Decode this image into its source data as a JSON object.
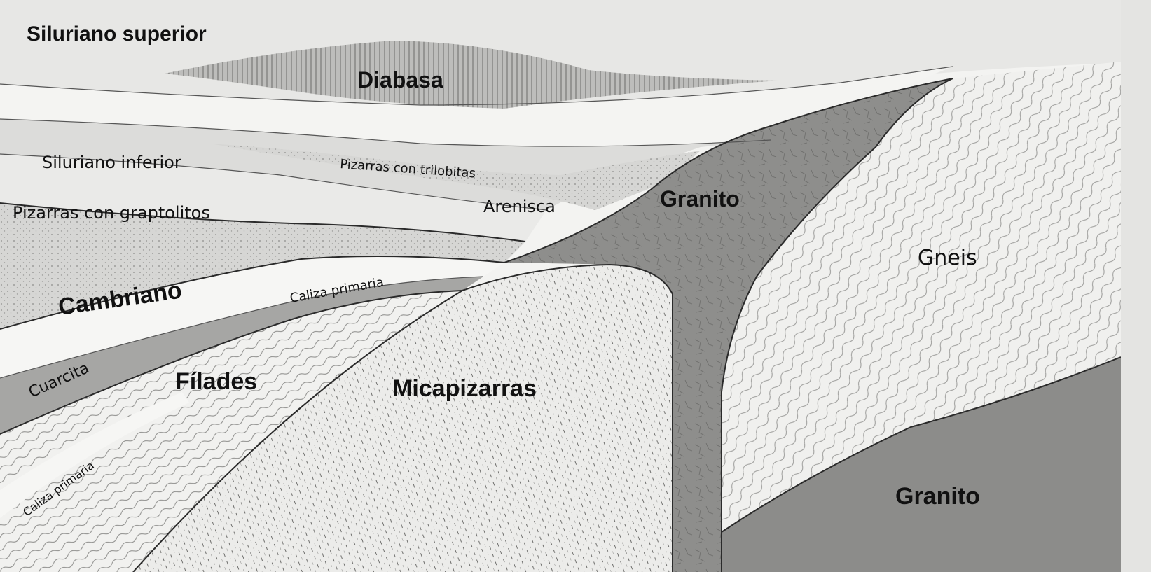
{
  "labels": {
    "siluriano_superior": "Siluriano superior",
    "diabasa": "Diabasa",
    "siluriano_inferior": "Siluriano inferior",
    "pizarras_trilobitas": "Pizarras con trilobitas",
    "granito_upper": "Granito",
    "arenisca": "Arenisca",
    "pizarras_graptolitos": "Pizarras con graptolitos",
    "gneis": "Gneis",
    "cambriano": "Cambriano",
    "caliza_primaria_upper": "Caliza primaria",
    "cuarcita": "Cuarcita",
    "filades": "Fílades",
    "micapizarras": "Micapizarras",
    "caliza_primaria_lower": "Caliza primaria",
    "granito_lower": "Granito"
  },
  "colors": {
    "paper": "#f3f3f1",
    "light_layer": "#e2e2e0",
    "mid_layer": "#c8c8c6",
    "dark_layer": "#9a9a98",
    "granite": "#8e8e8c",
    "ink": "#111111"
  }
}
